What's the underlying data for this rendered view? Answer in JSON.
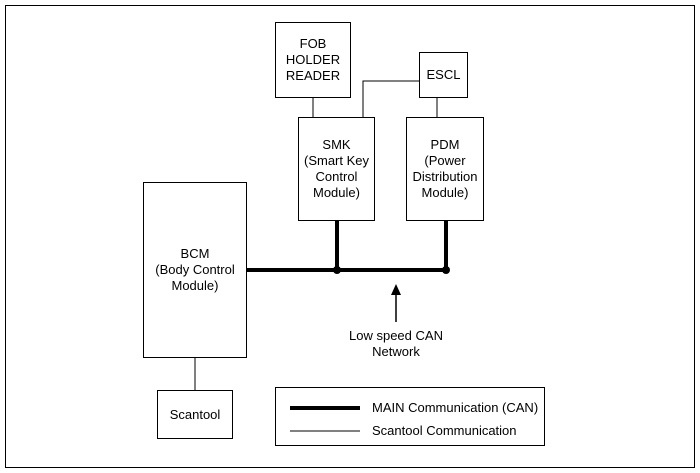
{
  "modules": {
    "fob": {
      "lines": [
        "FOB",
        "HOLDER",
        "READER"
      ]
    },
    "escl": {
      "lines": [
        "ESCL"
      ]
    },
    "smk": {
      "lines": [
        "SMK",
        "(Smart Key",
        "Control",
        "Module)"
      ]
    },
    "pdm": {
      "lines": [
        "PDM",
        "(Power",
        "Distribution",
        "Module)"
      ]
    },
    "bcm": {
      "lines": [
        "BCM",
        "(Body Control",
        "Module)"
      ]
    },
    "scantool": {
      "lines": [
        "Scantool"
      ]
    }
  },
  "network_label": {
    "lines": [
      "Low speed",
      "CAN Network"
    ]
  },
  "legend": {
    "main": "MAIN Communication (CAN)",
    "scantool": "Scantool Communication"
  }
}
